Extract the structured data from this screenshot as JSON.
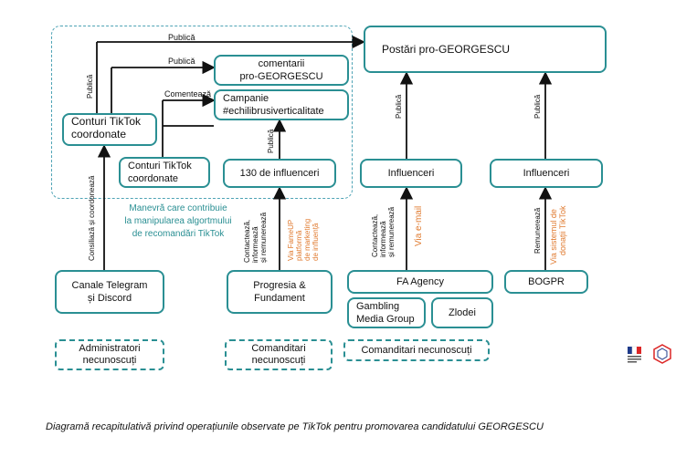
{
  "nodes": {
    "postari": "Postări pro-GEORGESCU",
    "comentarii_l1": "comentarii",
    "comentarii_l2": "pro-GEORGESCU",
    "campanie_l1": "Campanie",
    "campanie_l2": "#echilibrusiverticalitate",
    "conturi_coord_l1": "Conturi TikTok",
    "conturi_coord_l2": "coordonate",
    "conturi_tiktok_l1": "Conturi TikTok",
    "conturi_tiktok_l2": "coordonate",
    "influenceri_130": "130 de influenceri",
    "influenceri_a": "Influenceri",
    "influenceri_b": "Influenceri",
    "telegram_l1": "Canale Telegram",
    "telegram_l2": "și Discord",
    "progresia_l1": "Progresia &",
    "progresia_l2": "Fundament",
    "fa_agency": "FA Agency",
    "gambling_l1": "Gambling",
    "gambling_l2": "Media Group",
    "zlodei": "Zlodei",
    "bogpr": "BOGPR"
  },
  "actors": {
    "admin_l1": "Administratori",
    "admin_l2": "necunoscuți",
    "comandit_l1": "Comanditari",
    "comandit_l2": "necunoscuți",
    "comandit3": "Comanditari necunoscuți"
  },
  "edge_labels": {
    "publica_1": "Publică",
    "publica_2": "Publică",
    "comenteaza": "Comentează",
    "publica_vert_left": "Publică",
    "publica_vert_130": "Publică",
    "publica_vert_infl_a": "Publică",
    "publica_vert_infl_b": "Publică",
    "consiliaza": "Consiliază și coordonează",
    "contacteaza_1_l1": "Contactează,",
    "contacteaza_1_l2": "informează",
    "contacteaza_1_l3": "și remunerează",
    "via_famous_l1": "Via FameUP",
    "via_famous_l2": "platformă",
    "via_famous_l3": "de marketing",
    "via_famous_l4": "de influență",
    "contacteaza_2_l1": "Contactează,",
    "contacteaza_2_l2": "informează",
    "contacteaza_2_l3": "și remunerează",
    "via_email": "Via e-mail",
    "remunereaza": "Remunerează",
    "via_sistem_l1": "Via sistemul de",
    "via_sistem_l2": "donații TikTok"
  },
  "note": {
    "l1": "Manevră  care contribuie",
    "l2": "la manipularea algortmului",
    "l3": "de recomandări TikTok"
  },
  "caption": "Diagramă recapitulativă privind operațiunile observate pe TikTok pentru promovarea candidatului GEORGESCU",
  "colors": {
    "teal": "#2a8f93",
    "orange": "#e07a2f",
    "dashed_area": "#4ea3b5"
  }
}
